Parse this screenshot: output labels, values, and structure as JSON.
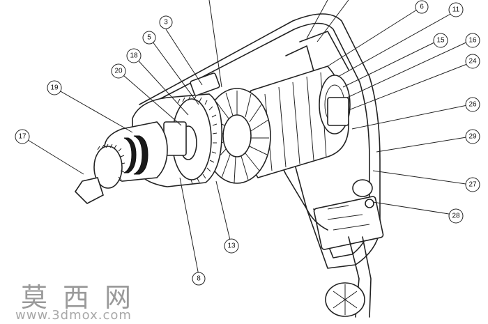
{
  "callouts": [
    "3",
    "5",
    "6",
    "8",
    "11",
    "13",
    "15",
    "16",
    "17",
    "18",
    "19",
    "20",
    "24",
    "26",
    "27",
    "28",
    "29"
  ],
  "watermark": {
    "name_cn": "莫西网",
    "url": "www.3dmox.com"
  }
}
